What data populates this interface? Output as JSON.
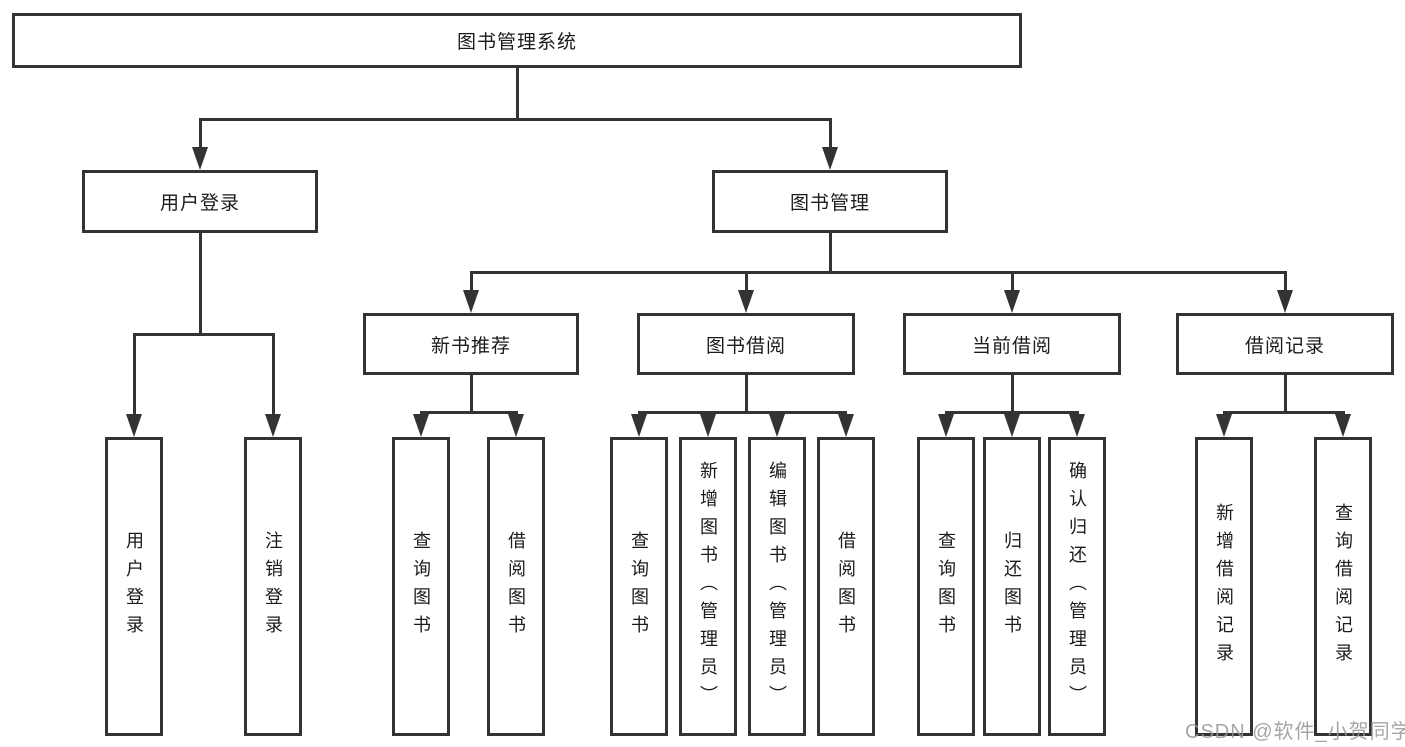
{
  "diagram": {
    "root": {
      "label": "图书管理系统"
    },
    "branches": [
      {
        "label": "用户登录",
        "children": [
          {
            "label": "用户登录"
          },
          {
            "label": "注销登录"
          }
        ]
      },
      {
        "label": "图书管理",
        "children": [
          {
            "label": "新书推荐",
            "children": [
              {
                "label": "查询图书"
              },
              {
                "label": "借阅图书"
              }
            ]
          },
          {
            "label": "图书借阅",
            "children": [
              {
                "label": "查询图书"
              },
              {
                "label": "新增图书（管理员）"
              },
              {
                "label": "编辑图书（管理员）"
              },
              {
                "label": "借阅图书"
              }
            ]
          },
          {
            "label": "当前借阅",
            "children": [
              {
                "label": "查询图书"
              },
              {
                "label": "归还图书"
              },
              {
                "label": "确认归还（管理员）"
              }
            ]
          },
          {
            "label": "借阅记录",
            "children": [
              {
                "label": "新增借阅记录"
              },
              {
                "label": "查询借阅记录"
              }
            ]
          }
        ]
      }
    ]
  },
  "watermark": "CSDN @软件_小贺同学",
  "colors": {
    "line": "#333333",
    "text": "#1b1b1b",
    "background": "#ffffff",
    "watermark_gray": "#969696"
  }
}
